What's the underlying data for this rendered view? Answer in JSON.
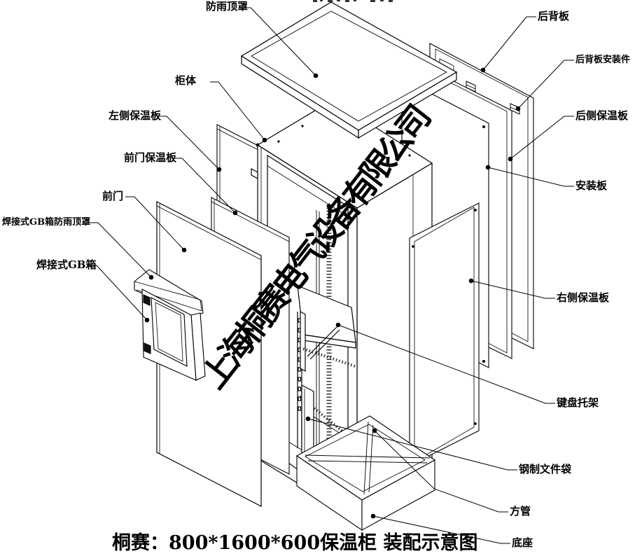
{
  "diagram": {
    "type": "exploded-assembly-drawing",
    "title": "桐赛：800*1600*600保温柜 装配示意图",
    "watermark": "上海桐赛电气设备有限公司",
    "product": {
      "brand": "桐赛",
      "dimensions": "800*1600*600",
      "name": "保温柜",
      "view": "装配示意图"
    },
    "colors": {
      "line": "#000000",
      "background": "#ffffff"
    },
    "parts": [
      {
        "id": "rain-top-cover",
        "label": "防雨顶罩"
      },
      {
        "id": "cabinet-body",
        "label": "柜体"
      },
      {
        "id": "left-insulation-panel",
        "label": "左侧保温板"
      },
      {
        "id": "front-door-insulation",
        "label": "前门保温板"
      },
      {
        "id": "front-door",
        "label": "前门"
      },
      {
        "id": "gb-box-rain-cover",
        "label": "焊接式GB箱防雨顶罩"
      },
      {
        "id": "gb-box",
        "label": "焊接式GB箱"
      },
      {
        "id": "rear-back-panel",
        "label": "后背板"
      },
      {
        "id": "rear-back-panel-mounts",
        "label": "后背板安装件"
      },
      {
        "id": "rear-insulation-panel",
        "label": "后侧保温板"
      },
      {
        "id": "mounting-plate",
        "label": "安装板"
      },
      {
        "id": "right-insulation-panel",
        "label": "右侧保温板"
      },
      {
        "id": "keyboard-bracket",
        "label": "键盘托架"
      },
      {
        "id": "steel-document-pocket",
        "label": "钢制文件袋"
      },
      {
        "id": "square-tube",
        "label": "方管"
      },
      {
        "id": "base",
        "label": "底座"
      }
    ]
  }
}
